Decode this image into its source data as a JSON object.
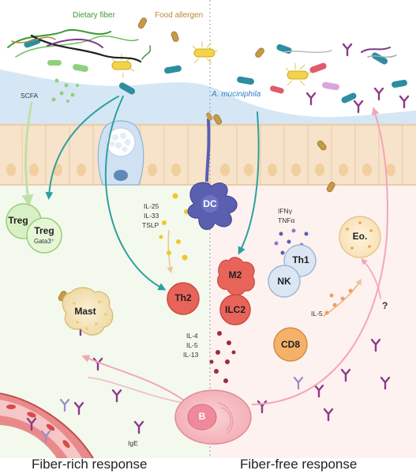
{
  "top_labels": {
    "dietary_fiber": "Dietary fiber",
    "food_allergen": "Food allergen",
    "scfa": "SCFA",
    "a_muciniphila": "A. muciniphila"
  },
  "cytokines": {
    "il25": "IL-25",
    "il33": "IL-33",
    "tslp": "TSLP",
    "ifng": "IFNγ",
    "tnfa": "TNFα",
    "il4": "IL-4",
    "il5_left": "IL-5",
    "il13": "IL-13",
    "il5_right": "IL-5",
    "ige": "IgE"
  },
  "cells": {
    "dc": "DC",
    "treg_back": "Treg",
    "treg_front": "Treg",
    "gata3": "Gata3⁺",
    "th2": "Th2",
    "m2": "M2",
    "ilc2": "ILC2",
    "mast": "Mast",
    "th1": "Th1",
    "nk": "NK",
    "cd8": "CD8",
    "eo": "Eo.",
    "b": "B"
  },
  "question_mark": "?",
  "panel_titles": {
    "left": "Fiber-rich response",
    "right": "Fiber-free response"
  },
  "colors": {
    "fiber_green": "#3a9a3a",
    "allergen_brown": "#b58a3a",
    "mucus_blue": "#cfe3f3",
    "epithelium": "#f6e2c8",
    "arrow_teal": "#2ea0a0",
    "arrow_pink": "#f2a6b9",
    "arrow_green": "#bfe0a8",
    "th2_red": "#e8645a",
    "dc_purple": "#5a5fb0",
    "antibody_purple": "#8a3a8a"
  }
}
